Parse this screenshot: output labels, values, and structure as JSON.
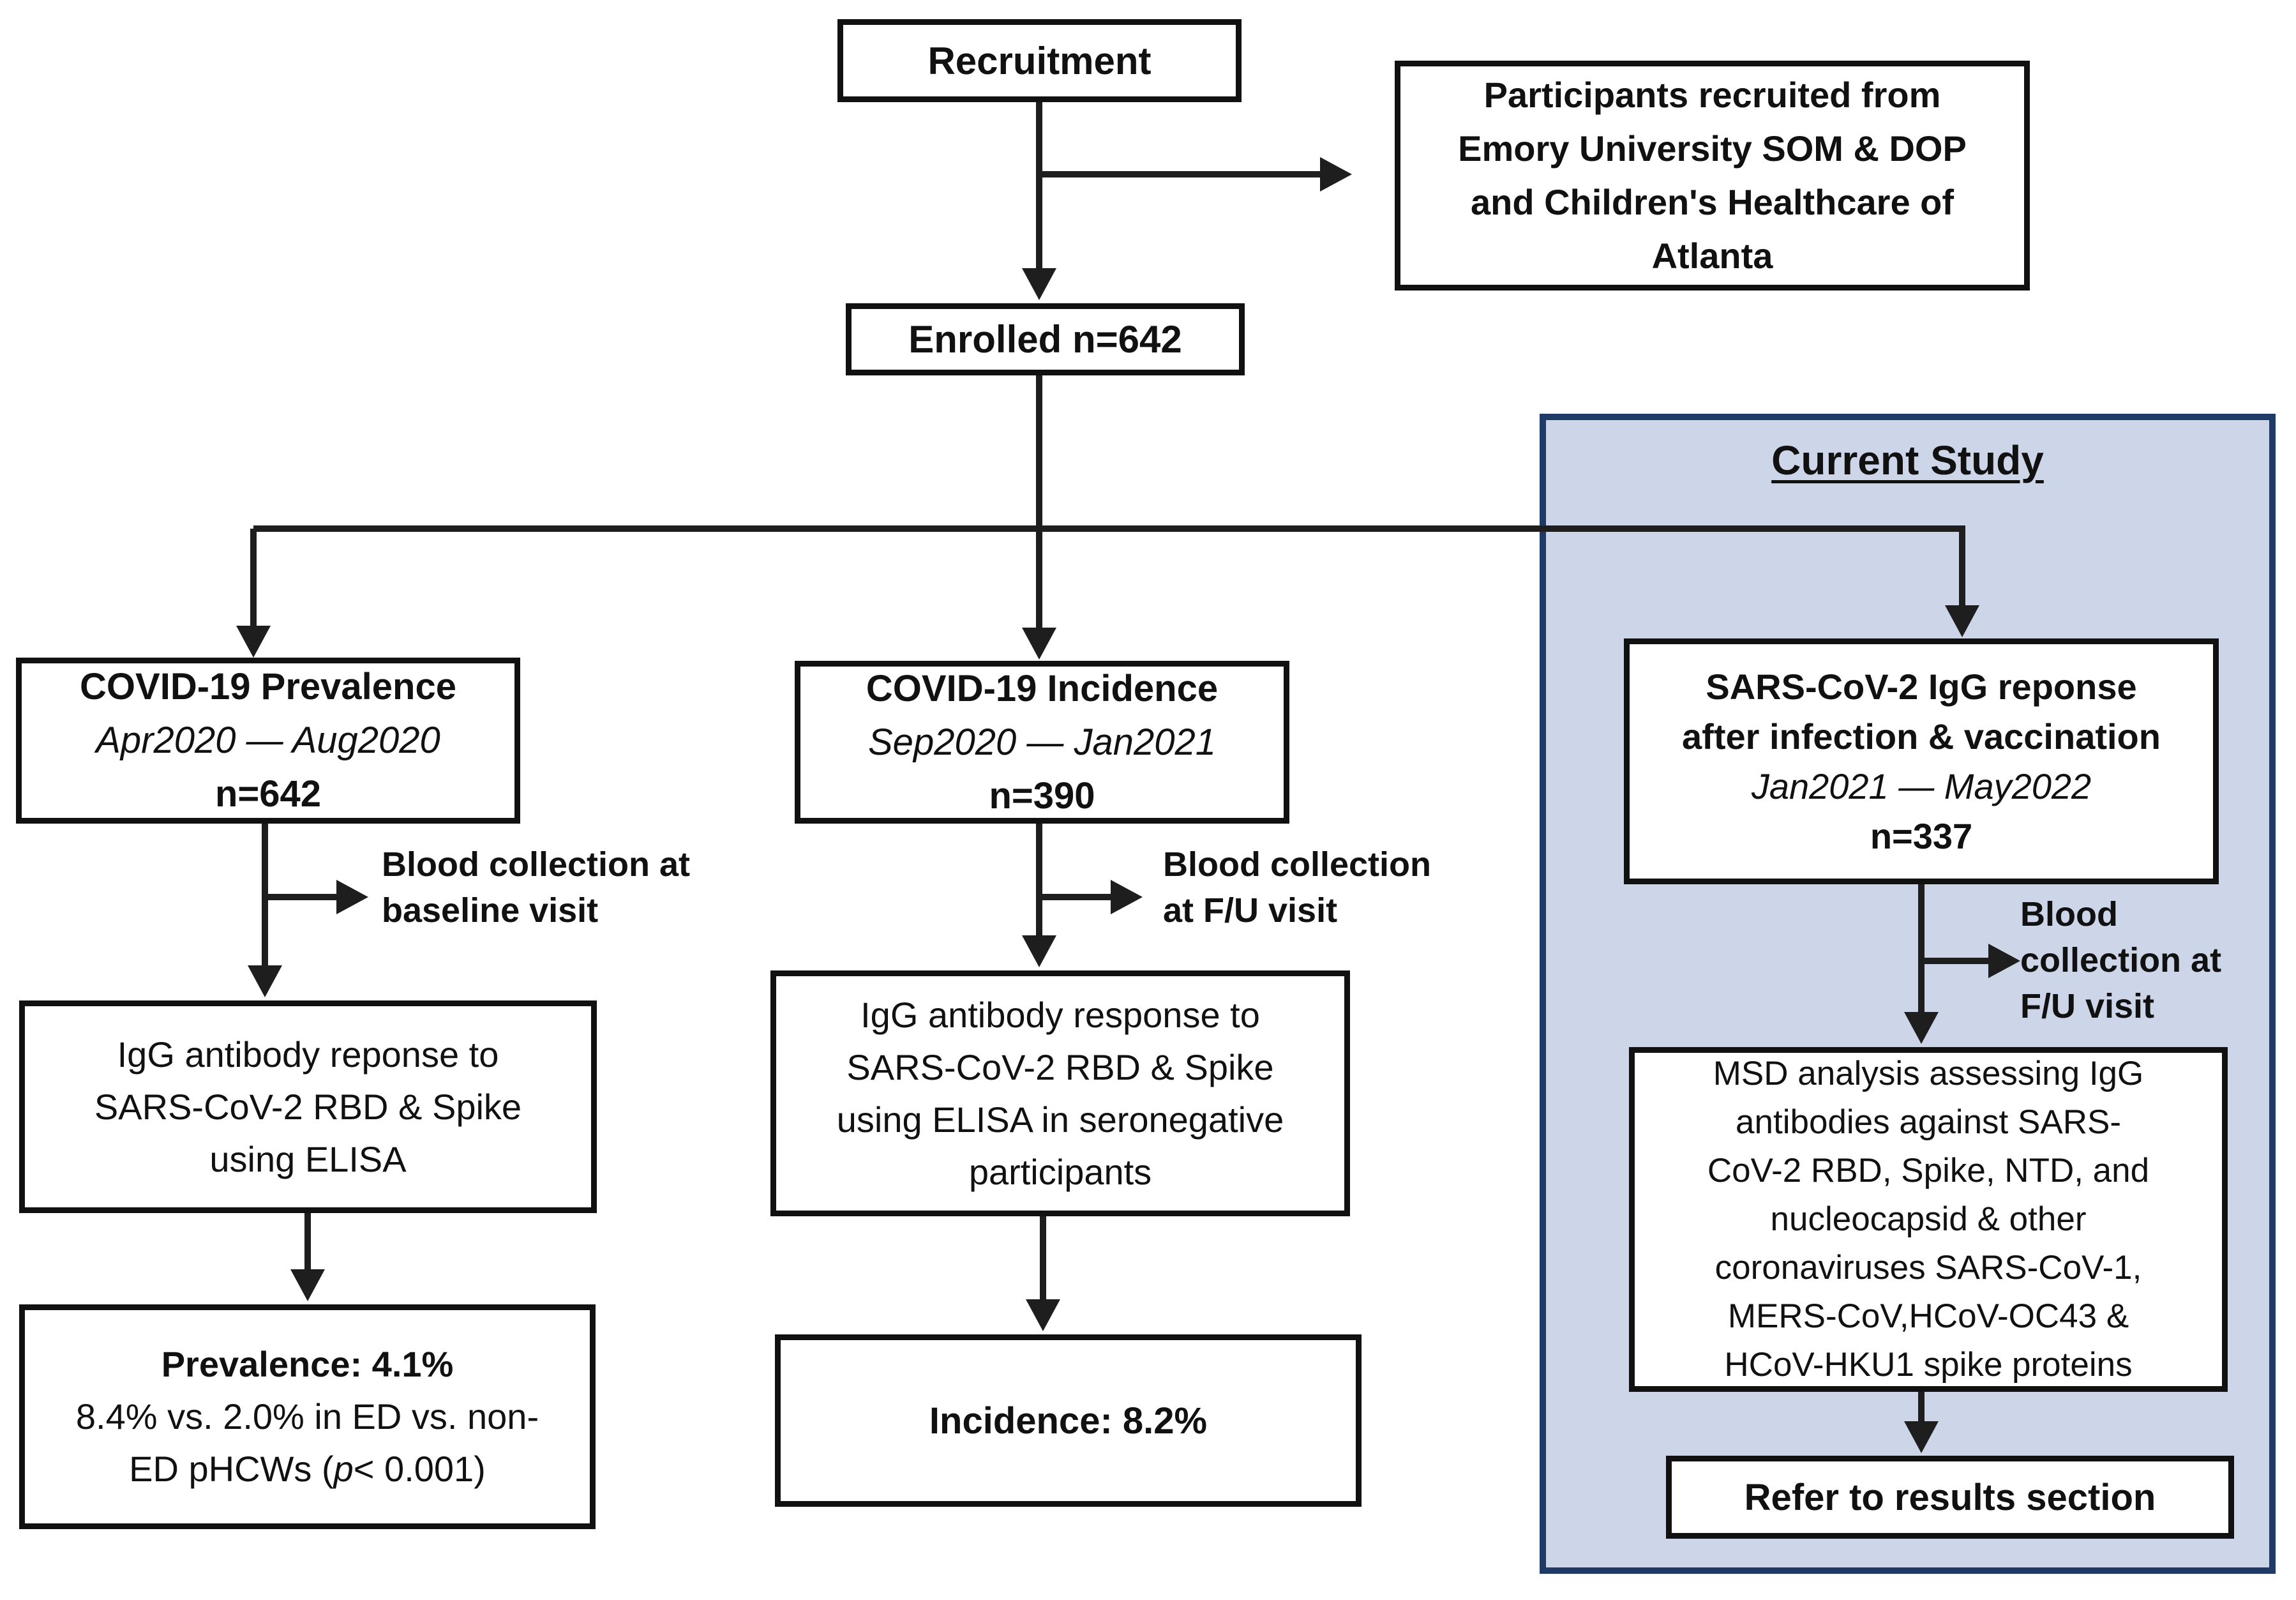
{
  "colors": {
    "line": "#1e1e1e",
    "box_border": "#111111",
    "box_fill": "#ffffff",
    "current_study_fill": "#ccd6e8",
    "current_study_border": "#1f3a66"
  },
  "recruitment_box": {
    "label": "Recruitment"
  },
  "participants_box": {
    "lines": [
      "Participants recruited from",
      "Emory University SOM & DOP",
      "and Children's Healthcare of",
      "Atlanta"
    ]
  },
  "enrolled_box": {
    "label": "Enrolled n=642"
  },
  "branches": {
    "prevalence": {
      "header": "COVID-19 Prevalence",
      "dates": "Apr2020 — Aug2020",
      "n": "n=642",
      "annotation": {
        "lines": [
          "Blood collection at",
          "baseline visit"
        ]
      },
      "method_box": {
        "lines": [
          "IgG antibody reponse to",
          "SARS-CoV-2 RBD & Spike",
          "using ELISA"
        ]
      },
      "result_box": {
        "headline": "Prevalence: 4.1%",
        "detail_line1": "8.4% vs. 2.0% in ED vs. non-",
        "detail_line2_pre": "ED pHCWs (",
        "detail_line2_italic": "p",
        "detail_line2_post": "< 0.001)"
      }
    },
    "incidence": {
      "header": "COVID-19 Incidence",
      "dates": "Sep2020 — Jan2021",
      "n": "n=390",
      "annotation": {
        "lines": [
          "Blood collection",
          "at F/U visit"
        ]
      },
      "method_box": {
        "lines": [
          "IgG antibody response to",
          "SARS-CoV-2 RBD & Spike",
          "using ELISA in seronegative",
          "participants"
        ]
      },
      "result_box": {
        "headline": "Incidence: 8.2%"
      }
    },
    "current_study": {
      "title": "Current Study",
      "cohort_box": {
        "line1": "SARS-CoV-2 IgG reponse",
        "line2": "after infection & vaccination",
        "dates": "Jan2021 — May2022",
        "n": "n=337"
      },
      "annotation": {
        "lines": [
          "Blood",
          "collection at",
          "F/U visit"
        ]
      },
      "method_box": {
        "lines": [
          "MSD analysis assessing IgG",
          "antibodies against SARS-",
          "CoV-2 RBD, Spike, NTD, and",
          "nucleocapsid & other",
          "coronaviruses  SARS-CoV-1,",
          "MERS-CoV,HCoV-OC43 &",
          "HCoV-HKU1 spike proteins"
        ]
      },
      "result_box": {
        "label": "Refer to results section"
      }
    }
  }
}
